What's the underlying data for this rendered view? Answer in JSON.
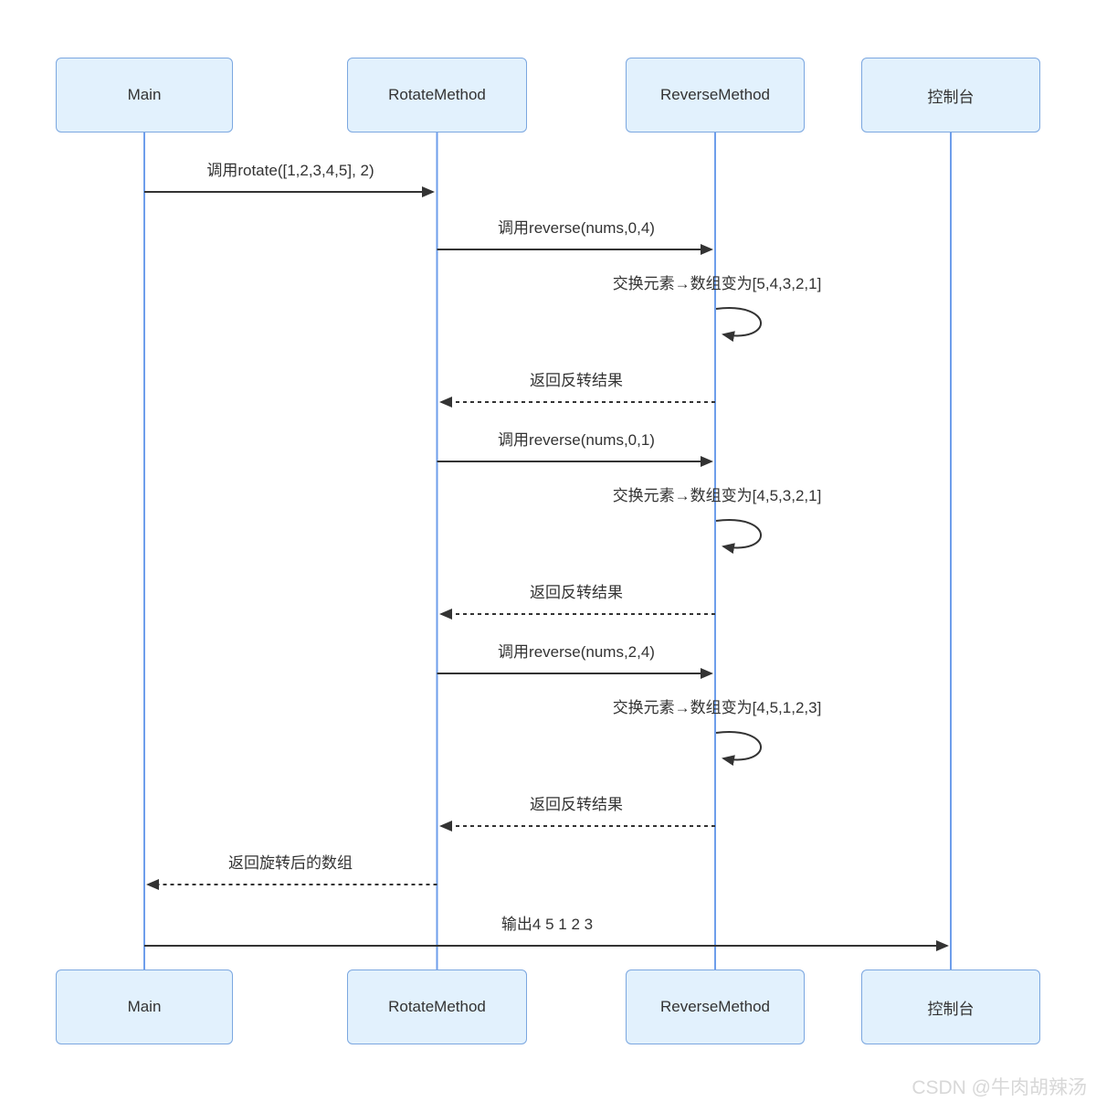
{
  "diagram": {
    "type": "sequence",
    "participants": [
      {
        "id": "main",
        "name": "Main"
      },
      {
        "id": "rotate",
        "name": "RotateMethod"
      },
      {
        "id": "reverse",
        "name": "ReverseMethod"
      },
      {
        "id": "console",
        "name": "控制台"
      }
    ],
    "messages": [
      {
        "text": "调用rotate([1,2,3,4,5], 2)",
        "from": "Main",
        "to": "RotateMethod",
        "style": "solid"
      },
      {
        "text": "调用reverse(nums,0,4)",
        "from": "RotateMethod",
        "to": "ReverseMethod",
        "style": "solid"
      },
      {
        "text": "交换元素→数组变为[5,4,3,2,1]",
        "from": "ReverseMethod",
        "to": "ReverseMethod",
        "style": "self"
      },
      {
        "text": "返回反转结果",
        "from": "ReverseMethod",
        "to": "RotateMethod",
        "style": "dashed"
      },
      {
        "text": "调用reverse(nums,0,1)",
        "from": "RotateMethod",
        "to": "ReverseMethod",
        "style": "solid"
      },
      {
        "text": "交换元素→数组变为[4,5,3,2,1]",
        "from": "ReverseMethod",
        "to": "ReverseMethod",
        "style": "self"
      },
      {
        "text": "返回反转结果",
        "from": "ReverseMethod",
        "to": "RotateMethod",
        "style": "dashed"
      },
      {
        "text": "调用reverse(nums,2,4)",
        "from": "RotateMethod",
        "to": "ReverseMethod",
        "style": "solid"
      },
      {
        "text": "交换元素→数组变为[4,5,1,2,3]",
        "from": "ReverseMethod",
        "to": "ReverseMethod",
        "style": "self"
      },
      {
        "text": "返回反转结果",
        "from": "ReverseMethod",
        "to": "RotateMethod",
        "style": "dashed"
      },
      {
        "text": "返回旋转后的数组",
        "from": "RotateMethod",
        "to": "Main",
        "style": "dashed"
      },
      {
        "text": "输出4 5 1 2 3",
        "from": "Main",
        "to": "控制台",
        "style": "solid"
      }
    ]
  },
  "watermark": "CSDN @牛肉胡辣汤",
  "colors": {
    "actor_fill": "#E2F1FD",
    "actor_border": "#7BA7E0",
    "lifeline": "#6E9EEB",
    "arrow": "#333333",
    "text": "#333333",
    "watermark": "#D8D8D8"
  }
}
